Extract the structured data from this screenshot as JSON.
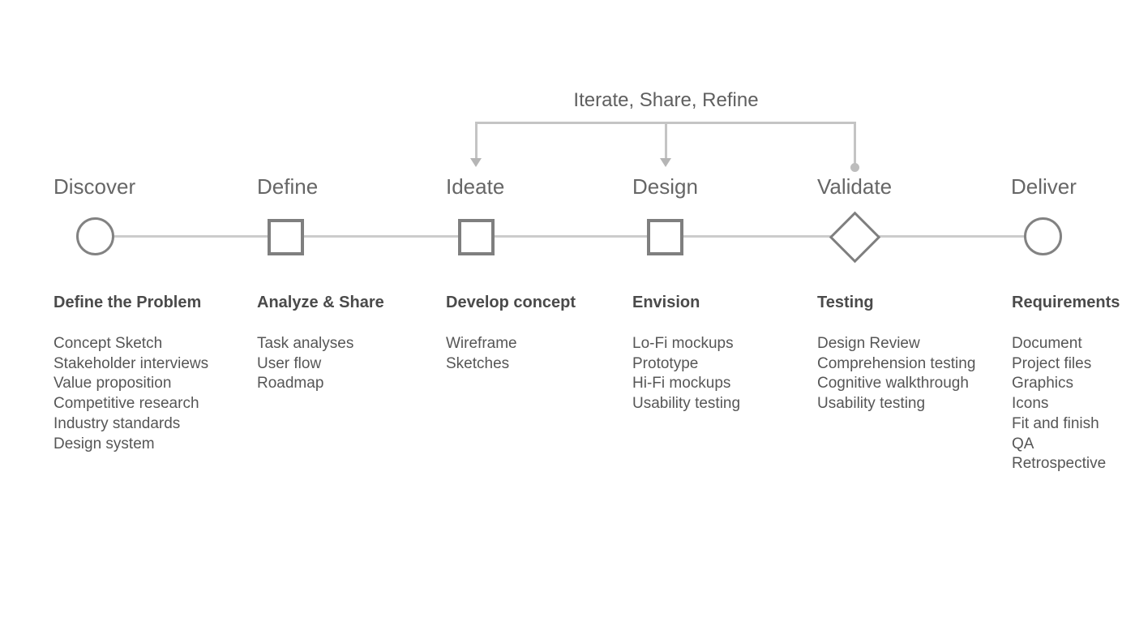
{
  "iteration_loop": {
    "label": "Iterate, Share, Refine",
    "connects_to": [
      "Ideate",
      "Design",
      "Validate"
    ],
    "end_style": {
      "Ideate": "arrow",
      "Design": "arrow",
      "Validate": "dot"
    }
  },
  "stages": [
    {
      "name": "Discover",
      "node_shape": "circle",
      "heading": "Define the Problem",
      "items": [
        "Concept Sketch",
        "Stakeholder interviews",
        "Value proposition",
        "Competitive research",
        "Industry standards",
        "Design system"
      ],
      "in_iteration_loop": false
    },
    {
      "name": "Define",
      "node_shape": "square",
      "heading": "Analyze & Share",
      "items": [
        "Task analyses",
        "User flow",
        "Roadmap"
      ],
      "in_iteration_loop": false
    },
    {
      "name": "Ideate",
      "node_shape": "square",
      "heading": "Develop concept",
      "items": [
        "Wireframe",
        "Sketches"
      ],
      "in_iteration_loop": true
    },
    {
      "name": "Design",
      "node_shape": "square",
      "heading": "Envision",
      "items": [
        "Lo-Fi mockups",
        "Prototype",
        "Hi-Fi mockups",
        "Usability testing"
      ],
      "in_iteration_loop": true
    },
    {
      "name": "Validate",
      "node_shape": "diamond",
      "heading": "Testing",
      "items": [
        "Design Review",
        "Comprehension testing",
        "Cognitive walkthrough",
        "Usability testing"
      ],
      "in_iteration_loop": true
    },
    {
      "name": "Deliver",
      "node_shape": "circle",
      "heading": "Requirements",
      "items": [
        "Document",
        "Project files",
        "Graphics",
        "Icons",
        "Fit and finish",
        "QA",
        "Retrospective"
      ],
      "in_iteration_loop": false
    }
  ],
  "colors": {
    "background": "#ffffff",
    "timeline": "#cccccc",
    "node_stroke": "#7f7f7f",
    "bracket_line": "#c4c4c4",
    "bracket_arrow": "#b5b5b5",
    "stage_label_text": "#666666",
    "heading_text": "#4a4a4a",
    "item_text": "#565656",
    "bracket_title_text": "#5f5f5f"
  }
}
